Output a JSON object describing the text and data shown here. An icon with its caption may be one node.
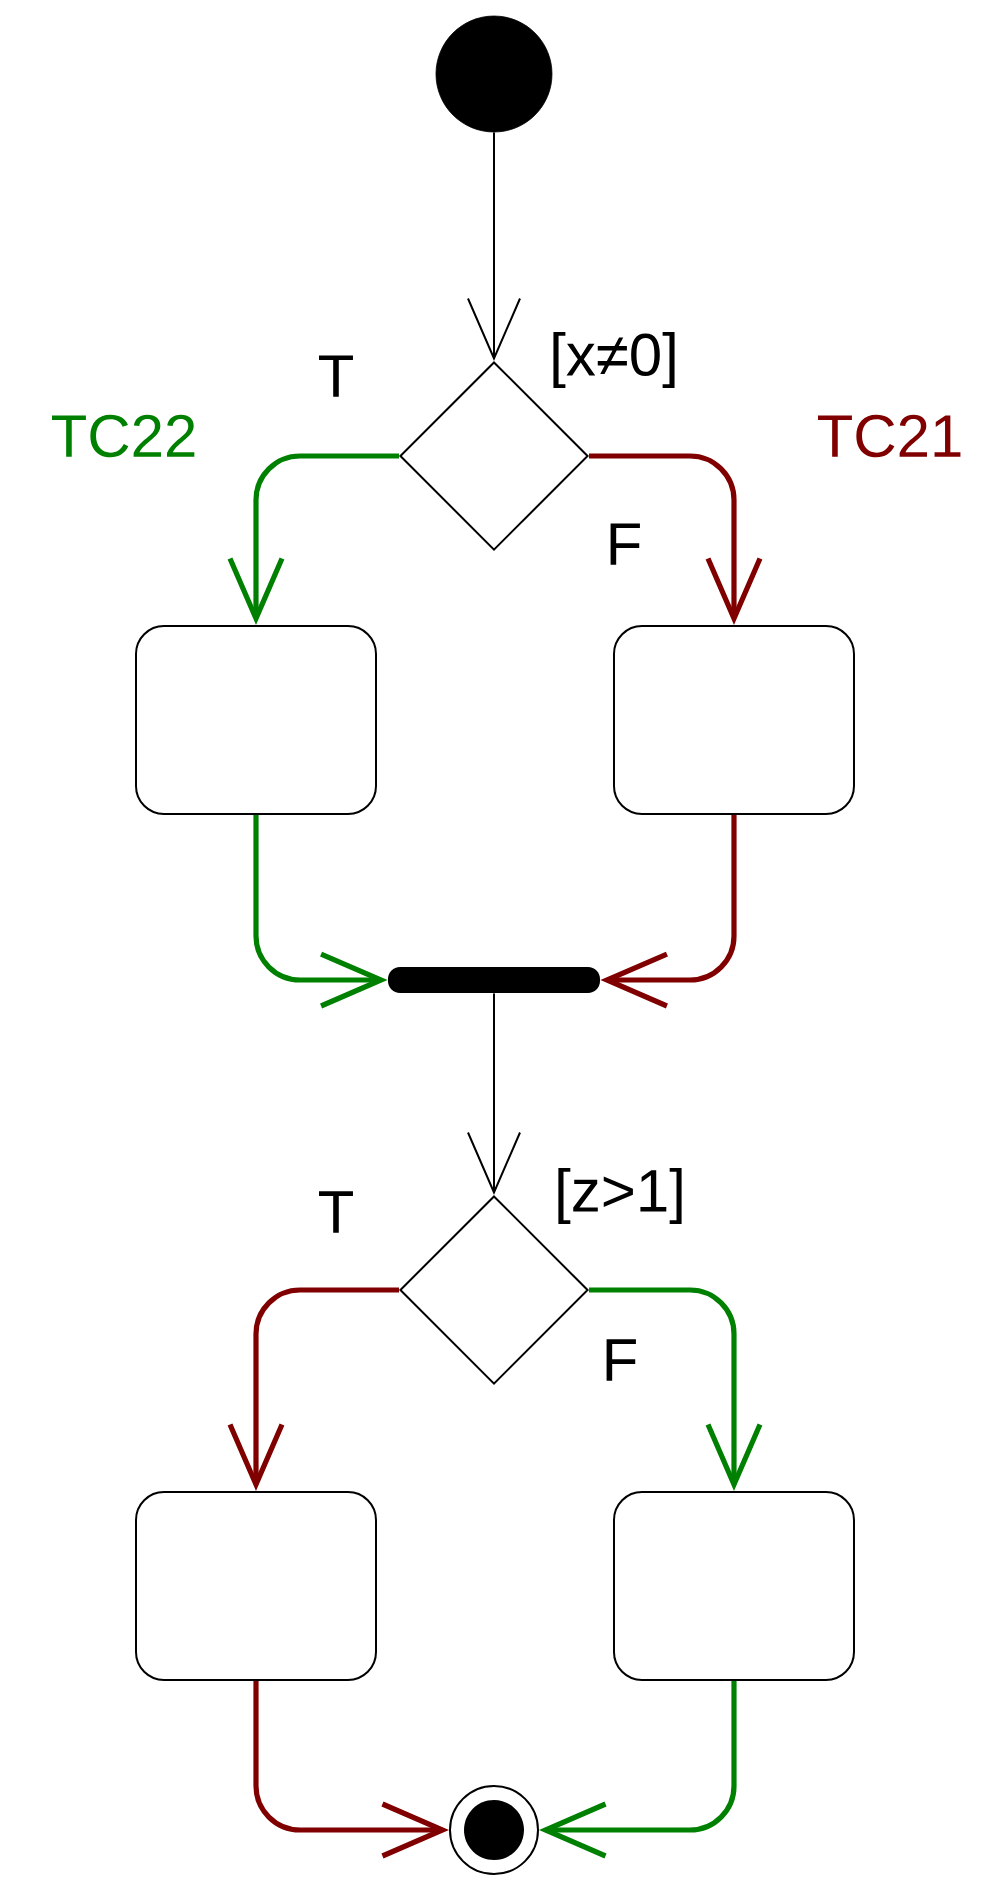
{
  "diagram": {
    "nodes": [
      {
        "text": [],
        "shape": "circle"
      },
      {
        "text": [],
        "shape": "diamond"
      },
      {
        "text": [],
        "shape": "box"
      },
      {
        "text": [],
        "shape": "box"
      },
      {
        "text": [],
        "shape": "bar"
      },
      {
        "text": [],
        "shape": "diamond"
      },
      {
        "text": [],
        "shape": "box"
      },
      {
        "text": [],
        "shape": "box"
      },
      {
        "text": [],
        "shape": "circle"
      }
    ],
    "edges": [
      {
        "from": 0,
        "to": 1,
        "arrow": "to",
        "label": "[x≠0]",
        "color": "#000000"
      },
      {
        "from": 1,
        "to": 2,
        "arrow": "to",
        "label": "T",
        "color": "#008000"
      },
      {
        "from": 1,
        "to": 3,
        "arrow": "to",
        "label": "F",
        "color": "#800000"
      },
      {
        "from": 2,
        "to": 4,
        "arrow": "to",
        "color": "#008000"
      },
      {
        "from": 3,
        "to": 4,
        "arrow": "to",
        "color": "#800000"
      },
      {
        "from": 4,
        "to": 5,
        "arrow": "to",
        "label": "[z>1]",
        "color": "#000000"
      },
      {
        "from": 5,
        "to": 6,
        "arrow": "to",
        "label": "T",
        "color": "#800000"
      },
      {
        "from": 5,
        "to": 7,
        "arrow": "to",
        "label": "F",
        "color": "#008000"
      },
      {
        "from": 6,
        "to": 8,
        "arrow": "to",
        "color": "#800000"
      },
      {
        "from": 7,
        "to": 8,
        "arrow": "to",
        "color": "#008000"
      }
    ],
    "labels": [
      "TC22",
      "TC21"
    ]
  }
}
